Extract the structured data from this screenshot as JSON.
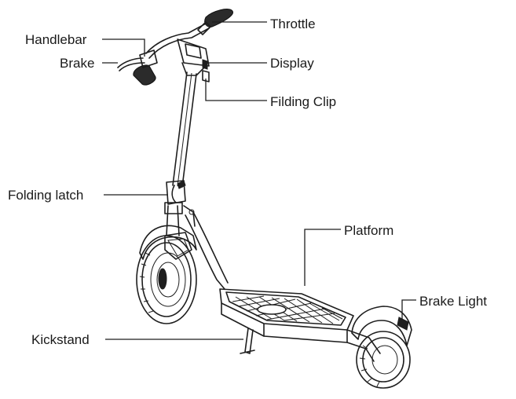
{
  "labels": {
    "throttle": "Throttle",
    "handlebar": "Handlebar",
    "brake": "Brake",
    "display": "Display",
    "folding_clip": "Filding Clip",
    "folding_latch": "Folding latch",
    "platform": "Platform",
    "brake_light": "Brake Light",
    "kickstand": "Kickstand"
  },
  "colors": {
    "ink": "#1e1e1e",
    "background": "#ffffff"
  }
}
